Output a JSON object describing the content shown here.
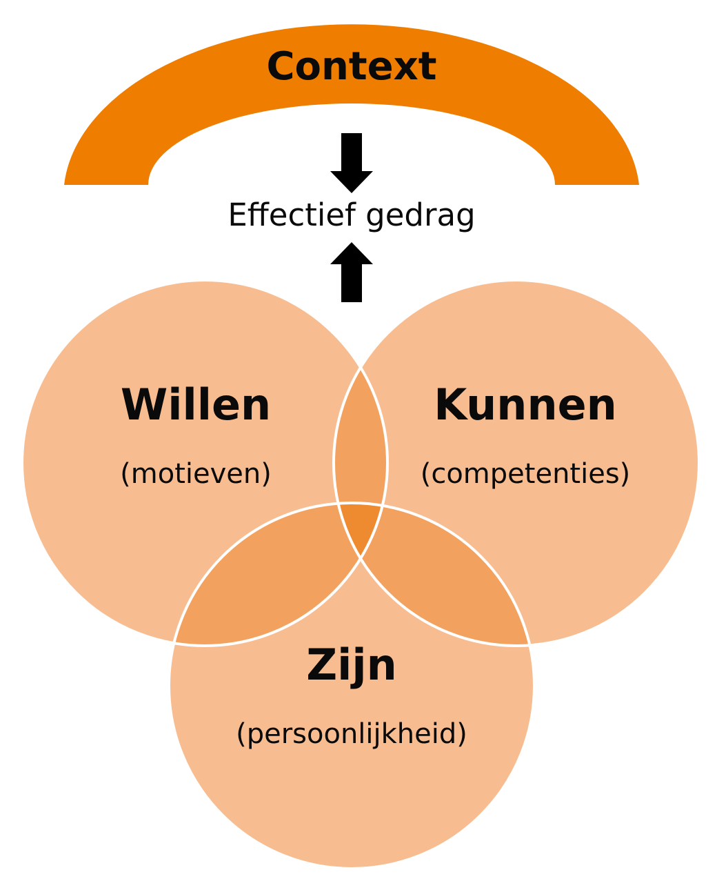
{
  "context": {
    "label": "Context",
    "color": "#ee7d00"
  },
  "center": {
    "label": "Effectief gedrag",
    "arrow_color": "#000000"
  },
  "circles": [
    {
      "id": "willen",
      "title": "Willen",
      "subtitle": "(motieven)"
    },
    {
      "id": "kunnen",
      "title": "Kunnen",
      "subtitle": "(competenties)"
    },
    {
      "id": "zijn",
      "title": "Zijn",
      "subtitle": "(persoonlijkheid)"
    }
  ],
  "colors": {
    "circle_fill": "#f7bd91",
    "pair_overlap": "#f2a25e",
    "triple_overlap": "#ee8a30",
    "outline": "#ffffff"
  }
}
